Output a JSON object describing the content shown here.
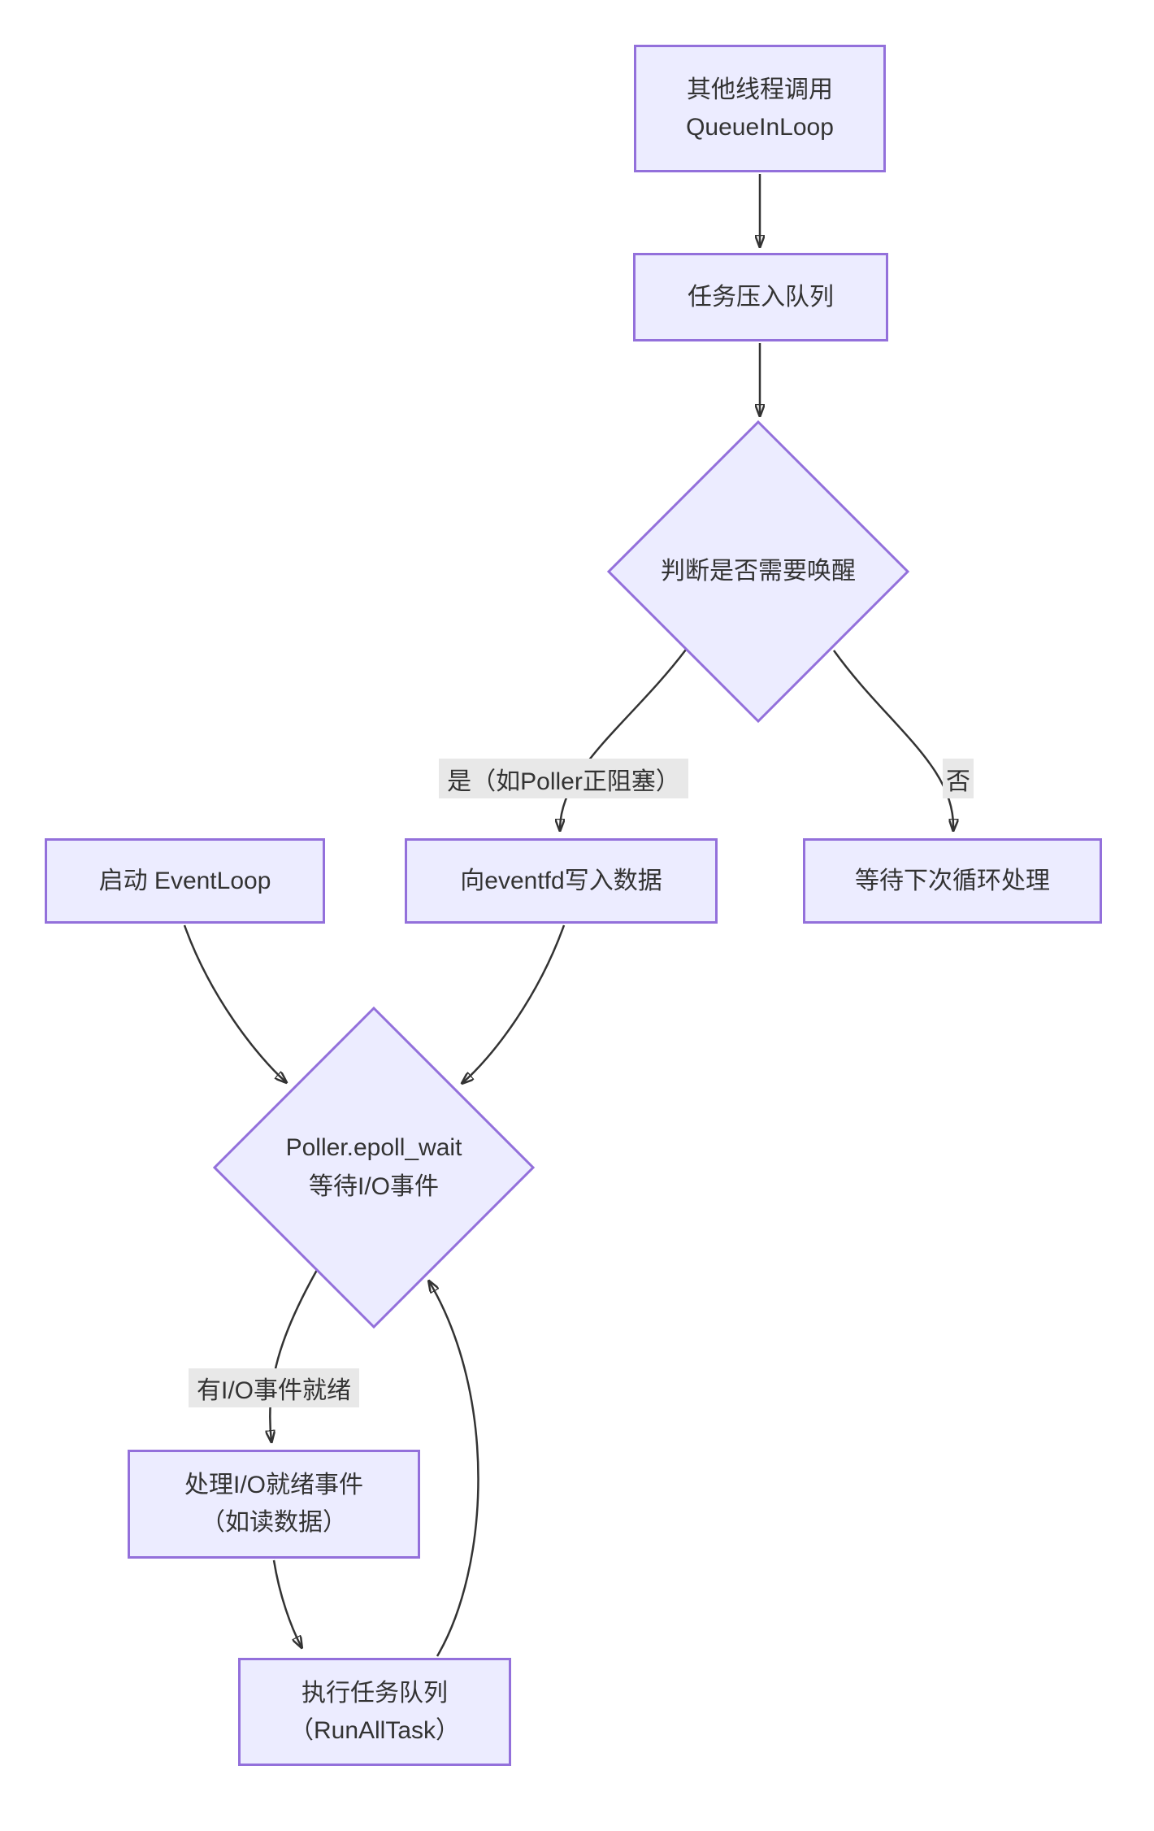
{
  "diagram": {
    "type": "flowchart",
    "colors": {
      "node_fill": "#ECECFF",
      "node_border": "#9370DB",
      "edge_line": "#333333",
      "edge_label_bg": "#e8e8e8",
      "text": "#333333",
      "background": "#ffffff"
    }
  },
  "nodes": {
    "queue_in_loop": {
      "line1": "其他线程调用",
      "line2": "QueueInLoop"
    },
    "push_task": {
      "line1": "任务压入队列"
    },
    "need_wakeup": {
      "line1": "判断是否需要唤醒"
    },
    "start_eventloop": {
      "line1": "启动 EventLoop"
    },
    "write_eventfd": {
      "line1": "向eventfd写入数据"
    },
    "wait_next_loop": {
      "line1": "等待下次循环处理"
    },
    "epoll_wait": {
      "line1": "Poller.epoll_wait",
      "line2": "等待I/O事件"
    },
    "handle_io": {
      "line1": "处理I/O就绪事件",
      "line2": "（如读数据）"
    },
    "run_all_task": {
      "line1": "执行任务队列",
      "line2": "（RunAllTask）"
    }
  },
  "edge_labels": {
    "yes_branch": "是（如Poller正阻塞）",
    "no_branch": "否",
    "io_ready": "有I/O事件就绪"
  }
}
